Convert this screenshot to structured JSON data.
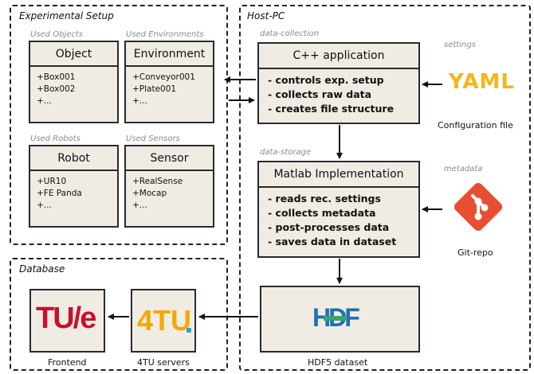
{
  "colors": {
    "box_fill": "#f1ece3",
    "git": "#e84e31",
    "yaml": "#f4b71a",
    "tue": "#c8102e",
    "fourtu": "#f2a900",
    "hdf_blue": "#1f6fb8",
    "hdf_green": "#34a66b"
  },
  "experimental_setup": {
    "title": "Experimental Setup",
    "objects": {
      "sub": "Used Objects",
      "title": "Object",
      "items": [
        "+Box001",
        "+Box002",
        "+..."
      ]
    },
    "environments": {
      "sub": "Used Environments",
      "title": "Environment",
      "items": [
        "+Conveyor001",
        "+Plate001",
        "+..."
      ]
    },
    "robots": {
      "sub": "Used Robots",
      "title": "Robot",
      "items": [
        "+UR10",
        "+FE Panda",
        "+..."
      ]
    },
    "sensors": {
      "sub": "Used Sensors",
      "title": "Sensor",
      "items": [
        "+RealSense",
        "+Mocap",
        "+..."
      ]
    }
  },
  "host_pc": {
    "title": "Host-PC",
    "collection": {
      "sub": "data-collection",
      "title": "C++ application",
      "items": [
        "- controls exp. setup",
        "- collects raw data",
        "- creates file structure"
      ]
    },
    "settings": {
      "sub": "settings",
      "logo": "YAML",
      "caption": "Configuration file",
      "icon": "yaml-logo"
    },
    "storage": {
      "sub": "data-storage",
      "title": "Matlab Implementation",
      "items": [
        "- reads rec. settings",
        "- collects metadata",
        "- post-processes data",
        "- saves data in dataset"
      ]
    },
    "metadata": {
      "sub": "metadata",
      "caption": "Git-repo",
      "icon": "git-logo"
    },
    "dataset": {
      "caption": "HDF5 dataset",
      "logo": "HDF",
      "icon": "hdf-logo"
    }
  },
  "database": {
    "title": "Database",
    "frontend": {
      "logo": "TU/e",
      "caption": "Frontend"
    },
    "servers": {
      "logo": "4TU",
      "caption": "4TU servers"
    }
  }
}
